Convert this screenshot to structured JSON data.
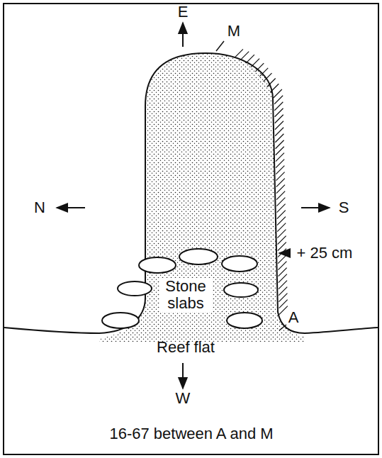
{
  "diagram": {
    "caption": "16-67 between A and M",
    "labels": [
      "E",
      "M",
      "N",
      "S",
      "+ 25 cm",
      "A",
      "Stone slabs",
      "Reef flat",
      "W"
    ]
  }
}
